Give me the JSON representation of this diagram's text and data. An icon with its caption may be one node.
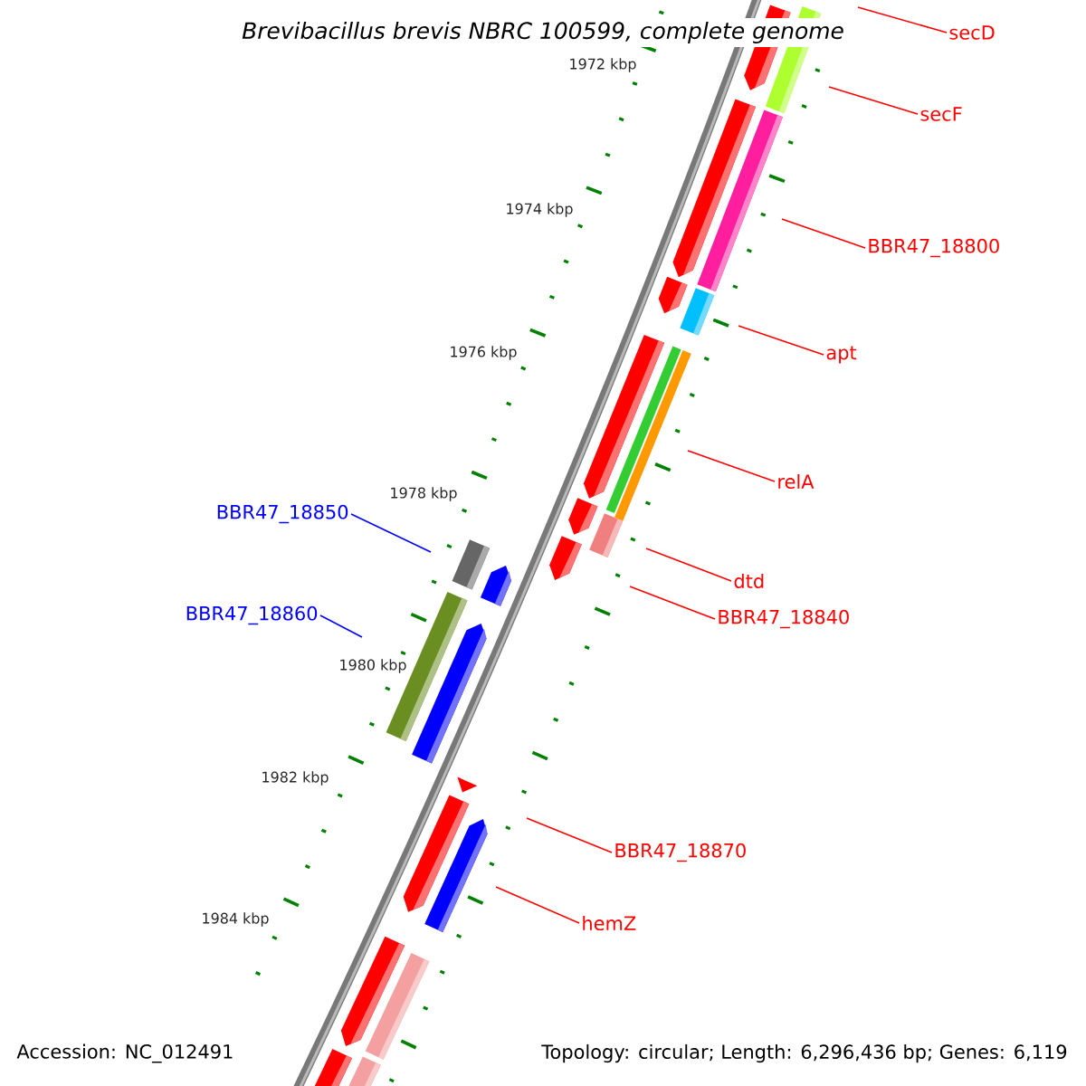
{
  "diagram": {
    "title": "Brevibacillus brevis NBRC 100599, complete genome",
    "nodes": [
      {
        "text": [
          "secD"
        ]
      },
      {
        "text": [
          "secF"
        ]
      },
      {
        "text": [
          "BBR47_18800"
        ]
      },
      {
        "text": [
          "apt"
        ]
      },
      {
        "text": [
          "relA"
        ]
      },
      {
        "text": [
          "dtd"
        ]
      },
      {
        "text": [
          "BBR47_18840"
        ]
      },
      {
        "text": [
          "BBR47_18850"
        ]
      },
      {
        "text": [
          "BBR47_18860"
        ]
      },
      {
        "text": [
          "BBR47_18870"
        ]
      },
      {
        "text": [
          "hemZ"
        ]
      }
    ],
    "edges": [
      {
        "from": 0,
        "to": null,
        "arrow": "none"
      },
      {
        "from": 1,
        "to": null,
        "arrow": "none"
      },
      {
        "from": 2,
        "to": null,
        "arrow": "none"
      },
      {
        "from": 3,
        "to": null,
        "arrow": "none"
      },
      {
        "from": 4,
        "to": null,
        "arrow": "none"
      },
      {
        "from": 5,
        "to": null,
        "arrow": "none"
      },
      {
        "from": 6,
        "to": null,
        "arrow": "none"
      },
      {
        "from": 7,
        "to": null,
        "arrow": "none",
        "color": "#0000ff"
      },
      {
        "from": 8,
        "to": null,
        "arrow": "none",
        "color": "#0000ff"
      },
      {
        "from": 9,
        "to": null,
        "arrow": "none"
      },
      {
        "from": 10,
        "to": null,
        "arrow": "none"
      }
    ],
    "labels": [
      "1972 kbp",
      "1974 kbp",
      "1976 kbp",
      "1978 kbp",
      "1980 kbp",
      "1982 kbp",
      "1984 kbp",
      "Accession: NC_012491",
      "Topology: circular; Length: 6,296,436 bp; Genes: 6,119"
    ]
  }
}
